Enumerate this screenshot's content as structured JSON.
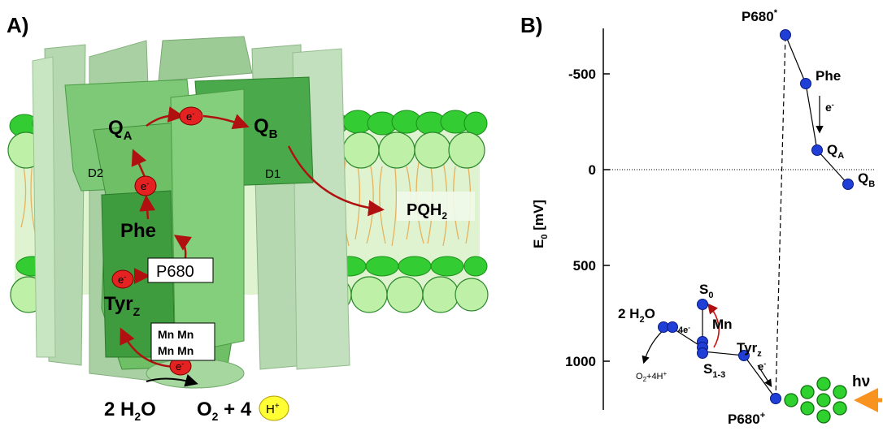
{
  "panel_a": {
    "label": "A)",
    "qa_main": "Q",
    "qa_sub": "A",
    "qb_main": "Q",
    "qb_sub": "B",
    "electron": "e",
    "electron_sup": "-",
    "d2": "D2",
    "d1": "D1",
    "pqh2_main": "PQH",
    "pqh2_sub": "2",
    "phe": "Phe",
    "p680": "P680",
    "tyrz_main": "Tyr",
    "tyrz_sub": "Z",
    "mn_row1": "Mn Mn",
    "mn_row2": "Mn Mn",
    "water_main": "2 H",
    "water_sub": "2",
    "water_end": "O",
    "o2_main": "O",
    "o2_sub": "2",
    "o2_end": " + 4",
    "proton": "H",
    "proton_sup": "+"
  },
  "panel_b": {
    "label": "B)",
    "ylabel_main": "E",
    "ylabel_sub": "0",
    "ylabel_end": " [mV]",
    "ticks": [
      "-500",
      "0",
      "500",
      "1000"
    ],
    "p680star_main": "P680",
    "p680star_sup": "*",
    "phe": "Phe",
    "electron": "e",
    "electron_sup": "-",
    "qa_main": "Q",
    "qa_sub": "A",
    "qb_main": "Q",
    "qb_sub": "B",
    "s0_main": "S",
    "s0_sub": "0",
    "mn": "Mn",
    "water_main": "2 H",
    "water_sub": "2",
    "water_end": "O",
    "four_e": "4e",
    "tyrz_main": "Tyr",
    "tyrz_sub": "z",
    "s13_main": "S",
    "s13_sub": "1-3",
    "o2_main": "O",
    "o2_sub": "2",
    "o2_end": "+4H",
    "o2_sup": "+",
    "p680plus_main": "P680",
    "p680plus_sup": "+",
    "hv": "hν"
  }
}
